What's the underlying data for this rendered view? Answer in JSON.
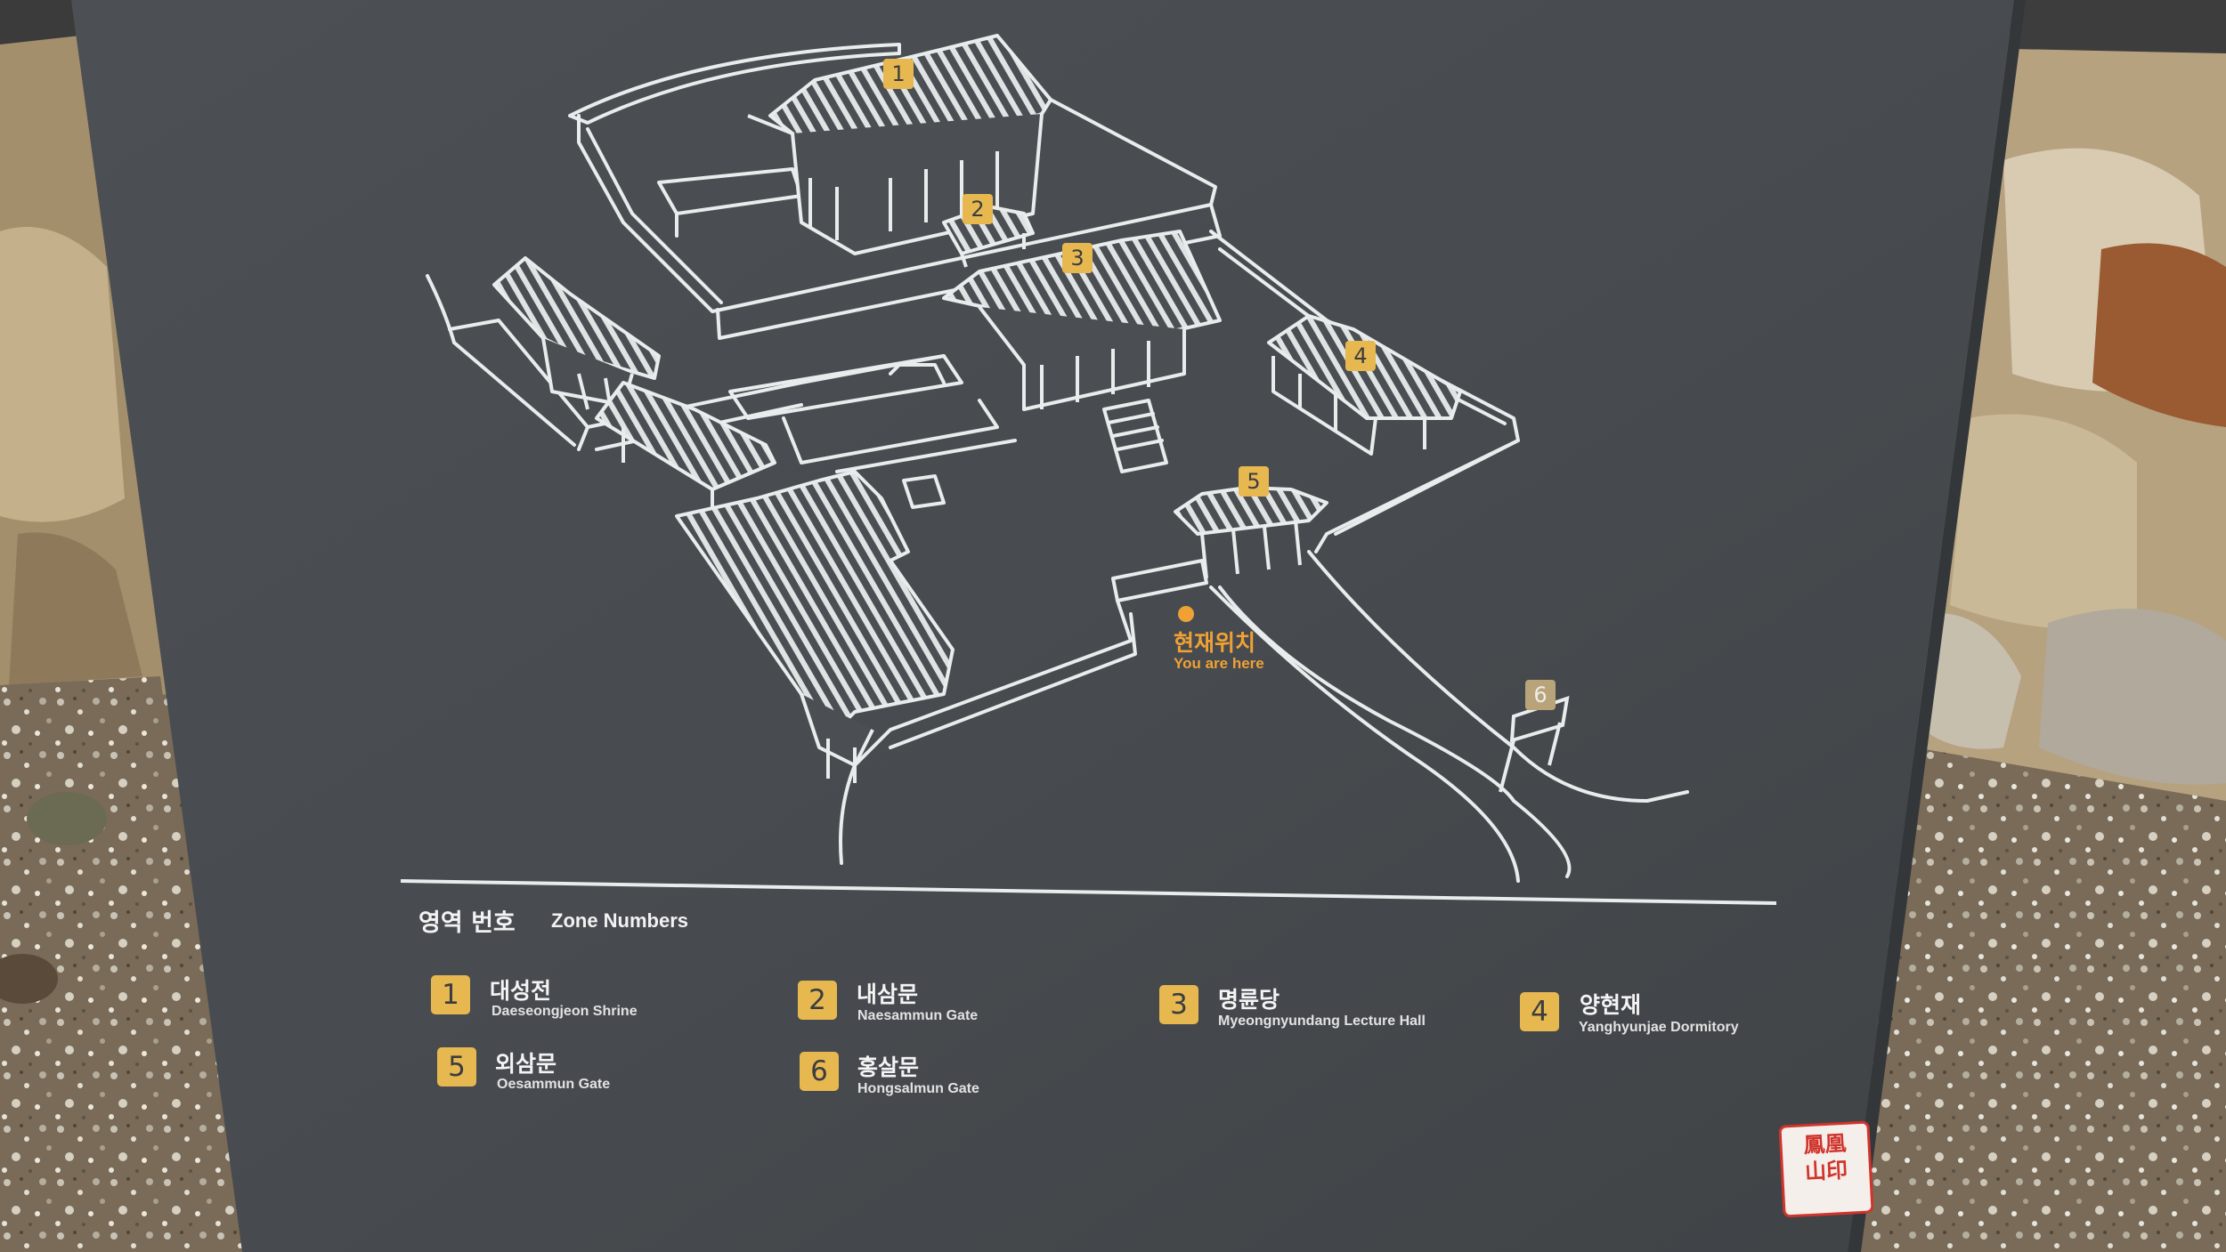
{
  "sign": {
    "legend_heading_ko": "영역 번호",
    "legend_heading_en": "Zone Numbers",
    "you_are_here_ko": "현재위치",
    "you_are_here_en": "You are here",
    "map_markers": [
      "1",
      "2",
      "3",
      "4",
      "5",
      "6"
    ],
    "zones": [
      {
        "number": "1",
        "name_ko": "대성전",
        "name_en": "Daeseongjeon Shrine"
      },
      {
        "number": "2",
        "name_ko": "내삼문",
        "name_en": "Naesammun Gate"
      },
      {
        "number": "3",
        "name_ko": "명륜당",
        "name_en": "Myeongnyundang Lecture Hall"
      },
      {
        "number": "4",
        "name_ko": "양현재",
        "name_en": "Yanghyunjae Dormitory"
      },
      {
        "number": "5",
        "name_ko": "외삼문",
        "name_en": "Oesammun Gate"
      },
      {
        "number": "6",
        "name_ko": "홍살문",
        "name_en": "Hongsalmun Gate"
      }
    ]
  },
  "seal_text": "봉황산인",
  "colors": {
    "panel": "#4b4f53",
    "accent_gold": "#e8b850",
    "here_orange": "#f0a135",
    "line": "#e9ecec",
    "seal_red": "#d0342c"
  }
}
